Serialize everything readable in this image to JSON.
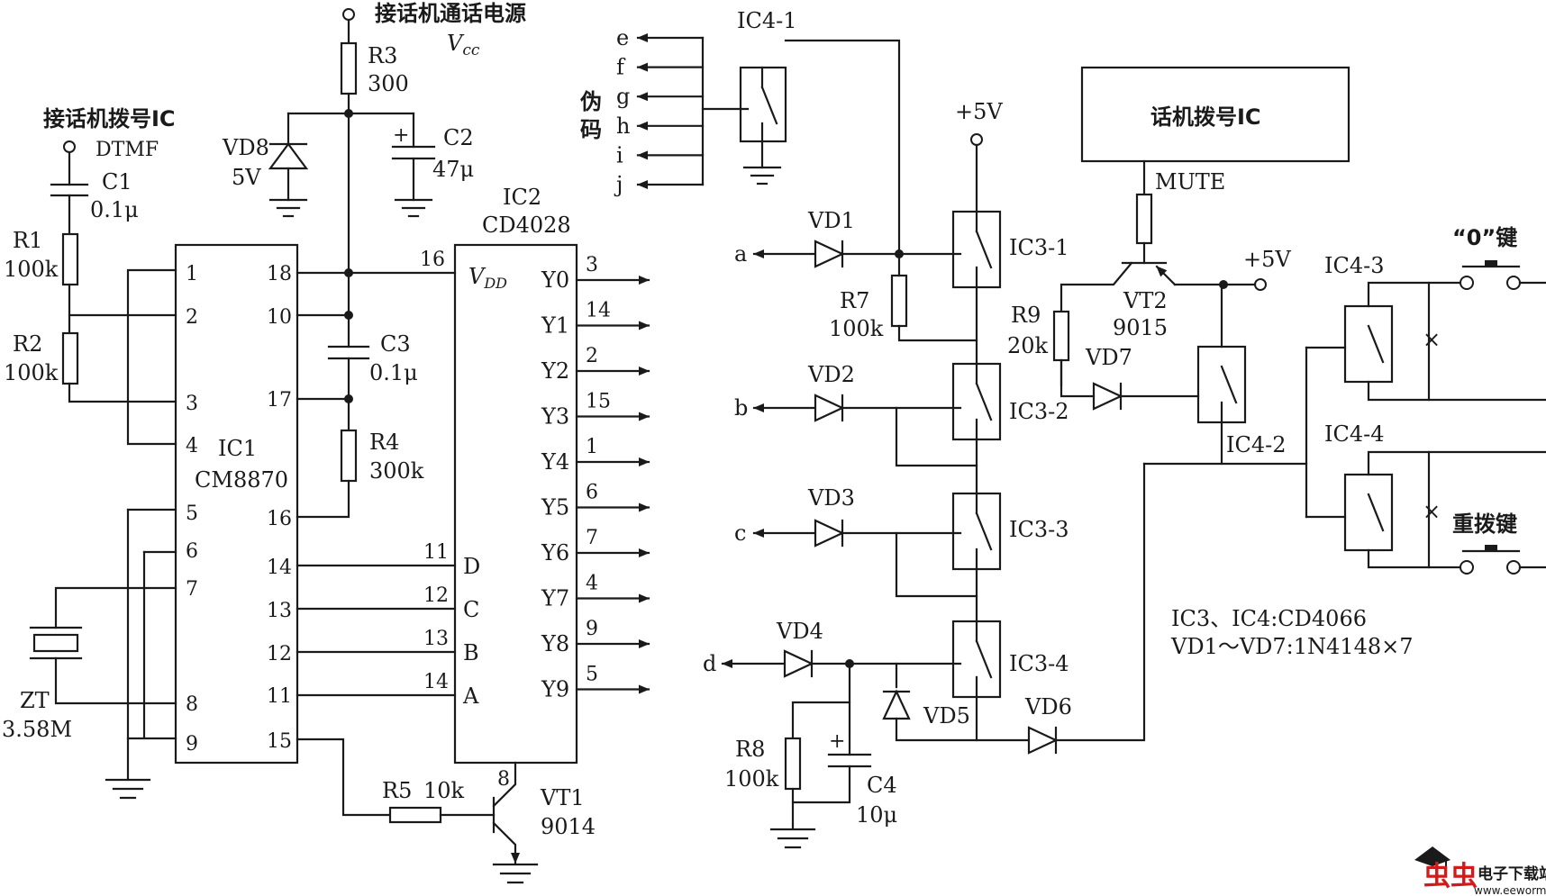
{
  "title_vcc": "接话机通话电源",
  "vcc_symbol": "V",
  "vcc_sub": "cc",
  "dial_ic_title": "接话机拨号IC",
  "dtmf": "DTMF",
  "phone_dial_ic": "话机拨号IC",
  "mute": "MUTE",
  "pseudo_code": [
    "伪",
    "码"
  ],
  "zero_key": "“0”键",
  "redial_key": "重拨键",
  "note1": "IC3、IC4:CD4066",
  "note2": "VD1～VD7:1N4148×7",
  "components": {
    "R1": [
      "R1",
      "100k"
    ],
    "R2": [
      "R2",
      "100k"
    ],
    "R3": [
      "R3",
      "300"
    ],
    "R4": [
      "R4",
      "300k"
    ],
    "R5": [
      "R5",
      "10k"
    ],
    "R7": [
      "R7",
      "100k"
    ],
    "R8": [
      "R8",
      "100k"
    ],
    "R9": [
      "R9",
      "20k"
    ],
    "C1": [
      "C1",
      "0.1μ"
    ],
    "C2": [
      "C2",
      "47μ"
    ],
    "C3": [
      "C3",
      "0.1μ"
    ],
    "C4": [
      "C4",
      "10μ"
    ],
    "VD8": [
      "VD8",
      "5V"
    ],
    "ZT": [
      "ZT",
      "3.58M"
    ],
    "VT1": [
      "VT1",
      "9014"
    ],
    "VT2": [
      "VT2",
      "9015"
    ],
    "IC1": [
      "IC1",
      "CM8870"
    ],
    "IC2": [
      "IC2",
      "CD4028"
    ],
    "VD1": "VD1",
    "VD2": "VD2",
    "VD3": "VD3",
    "VD4": "VD4",
    "VD5": "VD5",
    "VD6": "VD6",
    "VD7": "VD7",
    "IC3_1": "IC3-1",
    "IC3_2": "IC3-2",
    "IC3_3": "IC3-3",
    "IC3_4": "IC3-4",
    "IC4_1": "IC4-1",
    "IC4_2": "IC4-2",
    "IC4_3": "IC4-3",
    "IC4_4": "IC4-4"
  },
  "supply": [
    "+5V",
    "+5V"
  ],
  "ic1_left_pins": [
    "1",
    "2",
    "3",
    "4",
    "5",
    "6",
    "7",
    "8",
    "9"
  ],
  "ic1_right_pins": [
    "18",
    "10",
    "17",
    "16",
    "14",
    "13",
    "12",
    "11",
    "15"
  ],
  "ic2_vdd": "V",
  "ic2_vdd_sub": "DD",
  "ic2_vdd_pin": "16",
  "ic2_gnd_pin": "8",
  "ic2_inputs": [
    {
      "pin": "11",
      "name": "D"
    },
    {
      "pin": "12",
      "name": "C"
    },
    {
      "pin": "13",
      "name": "B"
    },
    {
      "pin": "14",
      "name": "A"
    }
  ],
  "ic2_outputs": [
    {
      "name": "Y0",
      "pin": "3"
    },
    {
      "name": "Y1",
      "pin": "14"
    },
    {
      "name": "Y2",
      "pin": "2"
    },
    {
      "name": "Y3",
      "pin": "15"
    },
    {
      "name": "Y4",
      "pin": "1"
    },
    {
      "name": "Y5",
      "pin": "6"
    },
    {
      "name": "Y6",
      "pin": "7"
    },
    {
      "name": "Y7",
      "pin": "4"
    },
    {
      "name": "Y8",
      "pin": "9"
    },
    {
      "name": "Y9",
      "pin": "5"
    }
  ],
  "outputs_abcd": [
    "a",
    "b",
    "c",
    "d"
  ],
  "outputs_efghij": [
    "e",
    "f",
    "g",
    "h",
    "i",
    "j"
  ],
  "watermark": {
    "brand": "虫虫",
    "site_cn": "电子下载站",
    "url": "www.eeworm.com"
  }
}
